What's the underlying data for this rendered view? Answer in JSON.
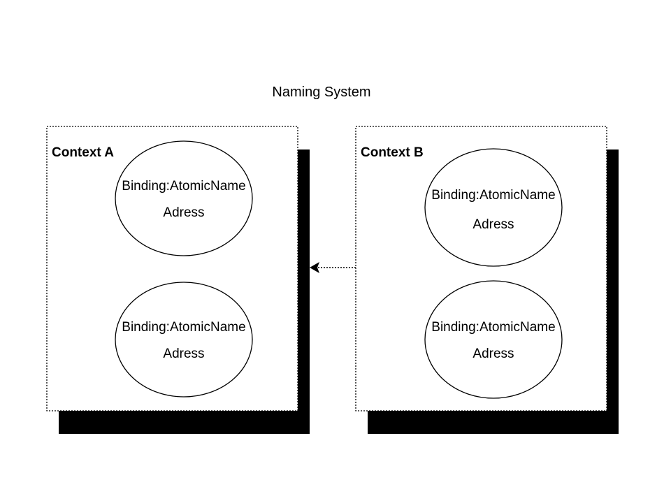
{
  "title": "Naming System",
  "contexts": [
    {
      "label": "Context A",
      "bindings": [
        {
          "line1": "Binding:AtomicName",
          "line2": "Adress"
        },
        {
          "line1": "Binding:AtomicName",
          "line2": "Adress"
        }
      ]
    },
    {
      "label": "Context B",
      "bindings": [
        {
          "line1": "Binding:AtomicName",
          "line2": "Adress"
        },
        {
          "line1": "Binding:AtomicName",
          "line2": "Adress"
        }
      ]
    }
  ],
  "colors": {
    "background": "#ffffff",
    "stroke": "#000000",
    "shadow": "#000000",
    "panel_fill": "#ffffff"
  }
}
